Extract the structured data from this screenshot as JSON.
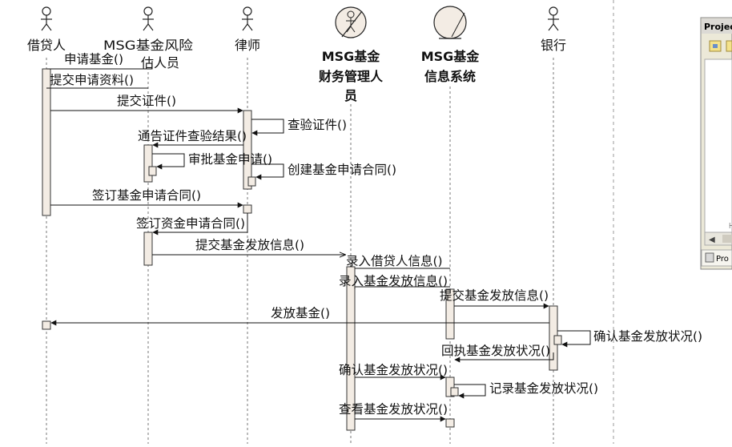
{
  "actors": [
    {
      "id": "borrower",
      "label": "借贷人",
      "kind": "stick"
    },
    {
      "id": "risk",
      "label": "MSG基金风险评估人员",
      "kind": "stick"
    },
    {
      "id": "lawyer",
      "label": "律师",
      "kind": "stick"
    },
    {
      "id": "finance",
      "label": "MSG基金财务管理人员",
      "kind": "control"
    },
    {
      "id": "system",
      "label": "MSG基金信息系统",
      "kind": "entity"
    },
    {
      "id": "bank",
      "label": "银行",
      "kind": "stick"
    }
  ],
  "messages": [
    {
      "label": "申请基金()"
    },
    {
      "label": "提交申请资料()"
    },
    {
      "label": "提交证件()"
    },
    {
      "label": "查验证件()"
    },
    {
      "label": "通告证件查验结果()"
    },
    {
      "label": "审批基金申请()"
    },
    {
      "label": "创建基金申请合同()"
    },
    {
      "label": "签订基金申请合同()"
    },
    {
      "label": "签订资金申请合同()"
    },
    {
      "label": "提交基金发放信息()"
    },
    {
      "label": "录入借贷人信息()"
    },
    {
      "label": "录入基金发放信息()"
    },
    {
      "label": "提交基金发放信息()"
    },
    {
      "label": "发放基金()"
    },
    {
      "label": "确认基金发放状况()"
    },
    {
      "label": "回执基金发放状况()"
    },
    {
      "label": "确认基金发放状况()"
    },
    {
      "label": "记录基金发放状况()"
    },
    {
      "label": "查看基金发放状况()"
    }
  ],
  "side_panel": {
    "title": "Project",
    "tab_label": "Pro"
  }
}
